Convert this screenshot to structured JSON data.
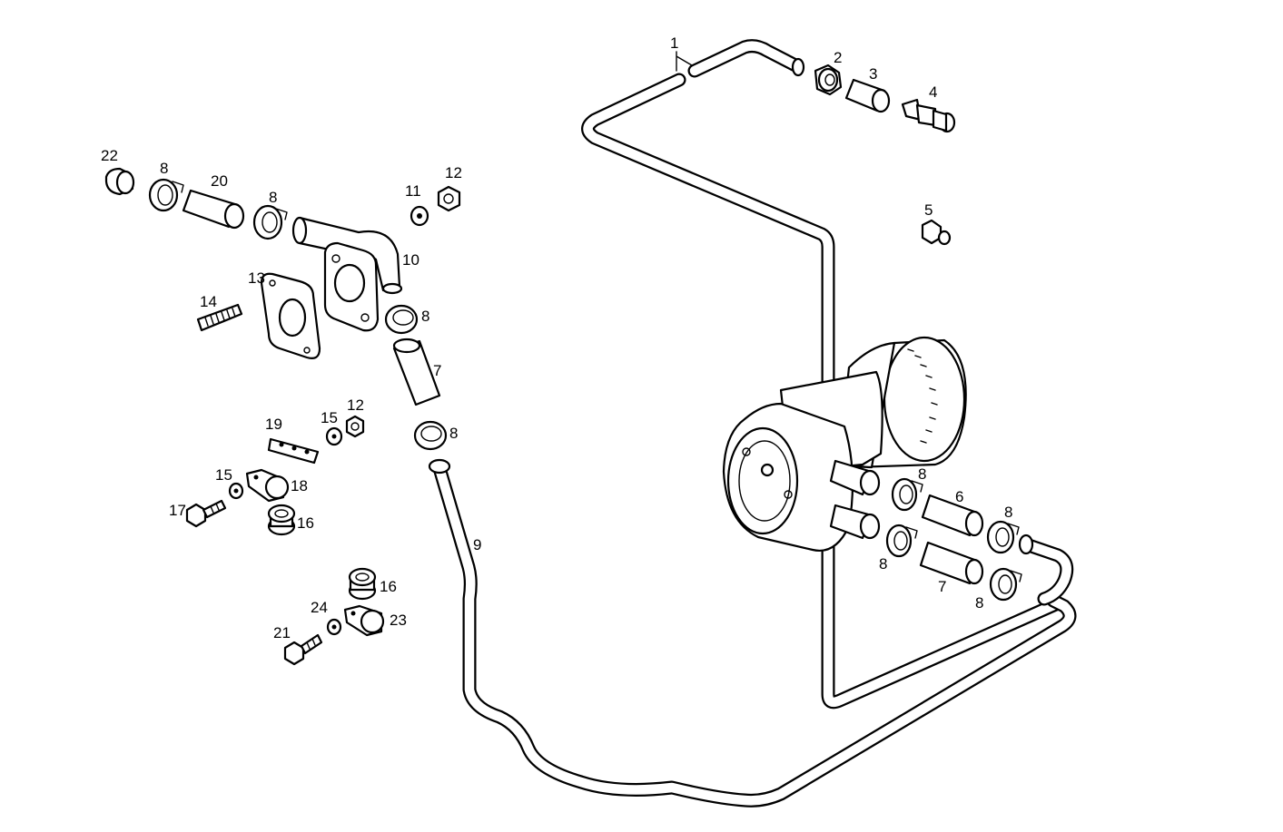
{
  "diagram": {
    "callouts": [
      {
        "id": "c1",
        "text": "1"
      },
      {
        "id": "c2",
        "text": "2"
      },
      {
        "id": "c3",
        "text": "3"
      },
      {
        "id": "c4",
        "text": "4"
      },
      {
        "id": "c5",
        "text": "5"
      },
      {
        "id": "c22",
        "text": "22"
      },
      {
        "id": "c8a",
        "text": "8"
      },
      {
        "id": "c20",
        "text": "20"
      },
      {
        "id": "c8b",
        "text": "8"
      },
      {
        "id": "c11",
        "text": "11"
      },
      {
        "id": "c12a",
        "text": "12"
      },
      {
        "id": "c10",
        "text": "10"
      },
      {
        "id": "c13",
        "text": "13"
      },
      {
        "id": "c14",
        "text": "14"
      },
      {
        "id": "c8c",
        "text": "8"
      },
      {
        "id": "c7a",
        "text": "7"
      },
      {
        "id": "c19",
        "text": "19"
      },
      {
        "id": "c15a",
        "text": "15"
      },
      {
        "id": "c12b",
        "text": "12"
      },
      {
        "id": "c8d",
        "text": "8"
      },
      {
        "id": "c15b",
        "text": "15"
      },
      {
        "id": "c18",
        "text": "18"
      },
      {
        "id": "c17",
        "text": "17"
      },
      {
        "id": "c16a",
        "text": "16"
      },
      {
        "id": "c9",
        "text": "9"
      },
      {
        "id": "c16b",
        "text": "16"
      },
      {
        "id": "c24",
        "text": "24"
      },
      {
        "id": "c23",
        "text": "23"
      },
      {
        "id": "c21",
        "text": "21"
      },
      {
        "id": "c8e",
        "text": "8"
      },
      {
        "id": "c6",
        "text": "6"
      },
      {
        "id": "c8f",
        "text": "8"
      },
      {
        "id": "c8g",
        "text": "8"
      },
      {
        "id": "c7b",
        "text": "7"
      },
      {
        "id": "c8h",
        "text": "8"
      }
    ]
  }
}
